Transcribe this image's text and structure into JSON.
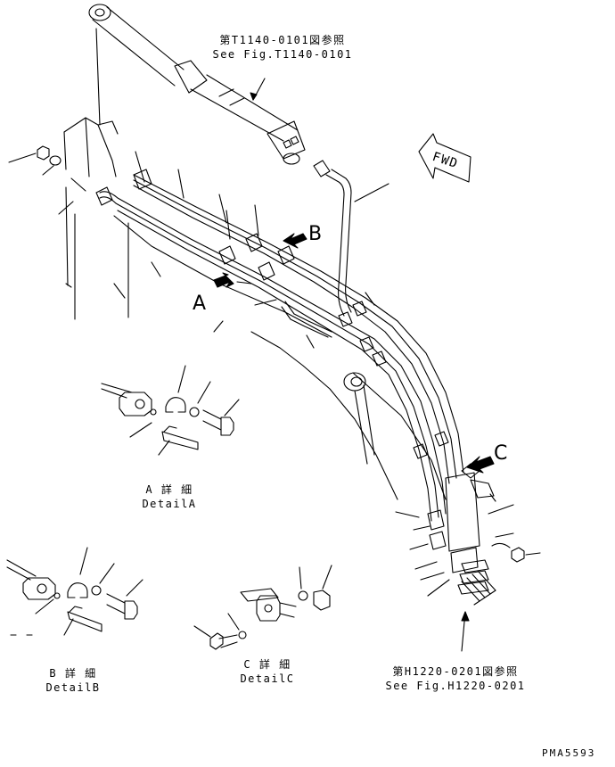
{
  "refs": {
    "top_jp": "第T1140-0101図参照",
    "top_en": "See Fig.T1140-0101",
    "bottom_jp": "第H1220-0201図参照",
    "bottom_en": "See Fig.H1220-0201"
  },
  "callouts": {
    "a": "A",
    "b": "B",
    "c": "C"
  },
  "direction": {
    "label": "FWD"
  },
  "details": {
    "a_jp": "A 詳 細",
    "a_en": "DetailA",
    "b_jp": "B 詳 細",
    "b_en": "DetailB",
    "c_jp": "C 詳 細",
    "c_en": "DetailC"
  },
  "drawing_no": "PMA5593",
  "icons": [
    "fwd-arrow-icon",
    "callout-arrow-icon"
  ]
}
